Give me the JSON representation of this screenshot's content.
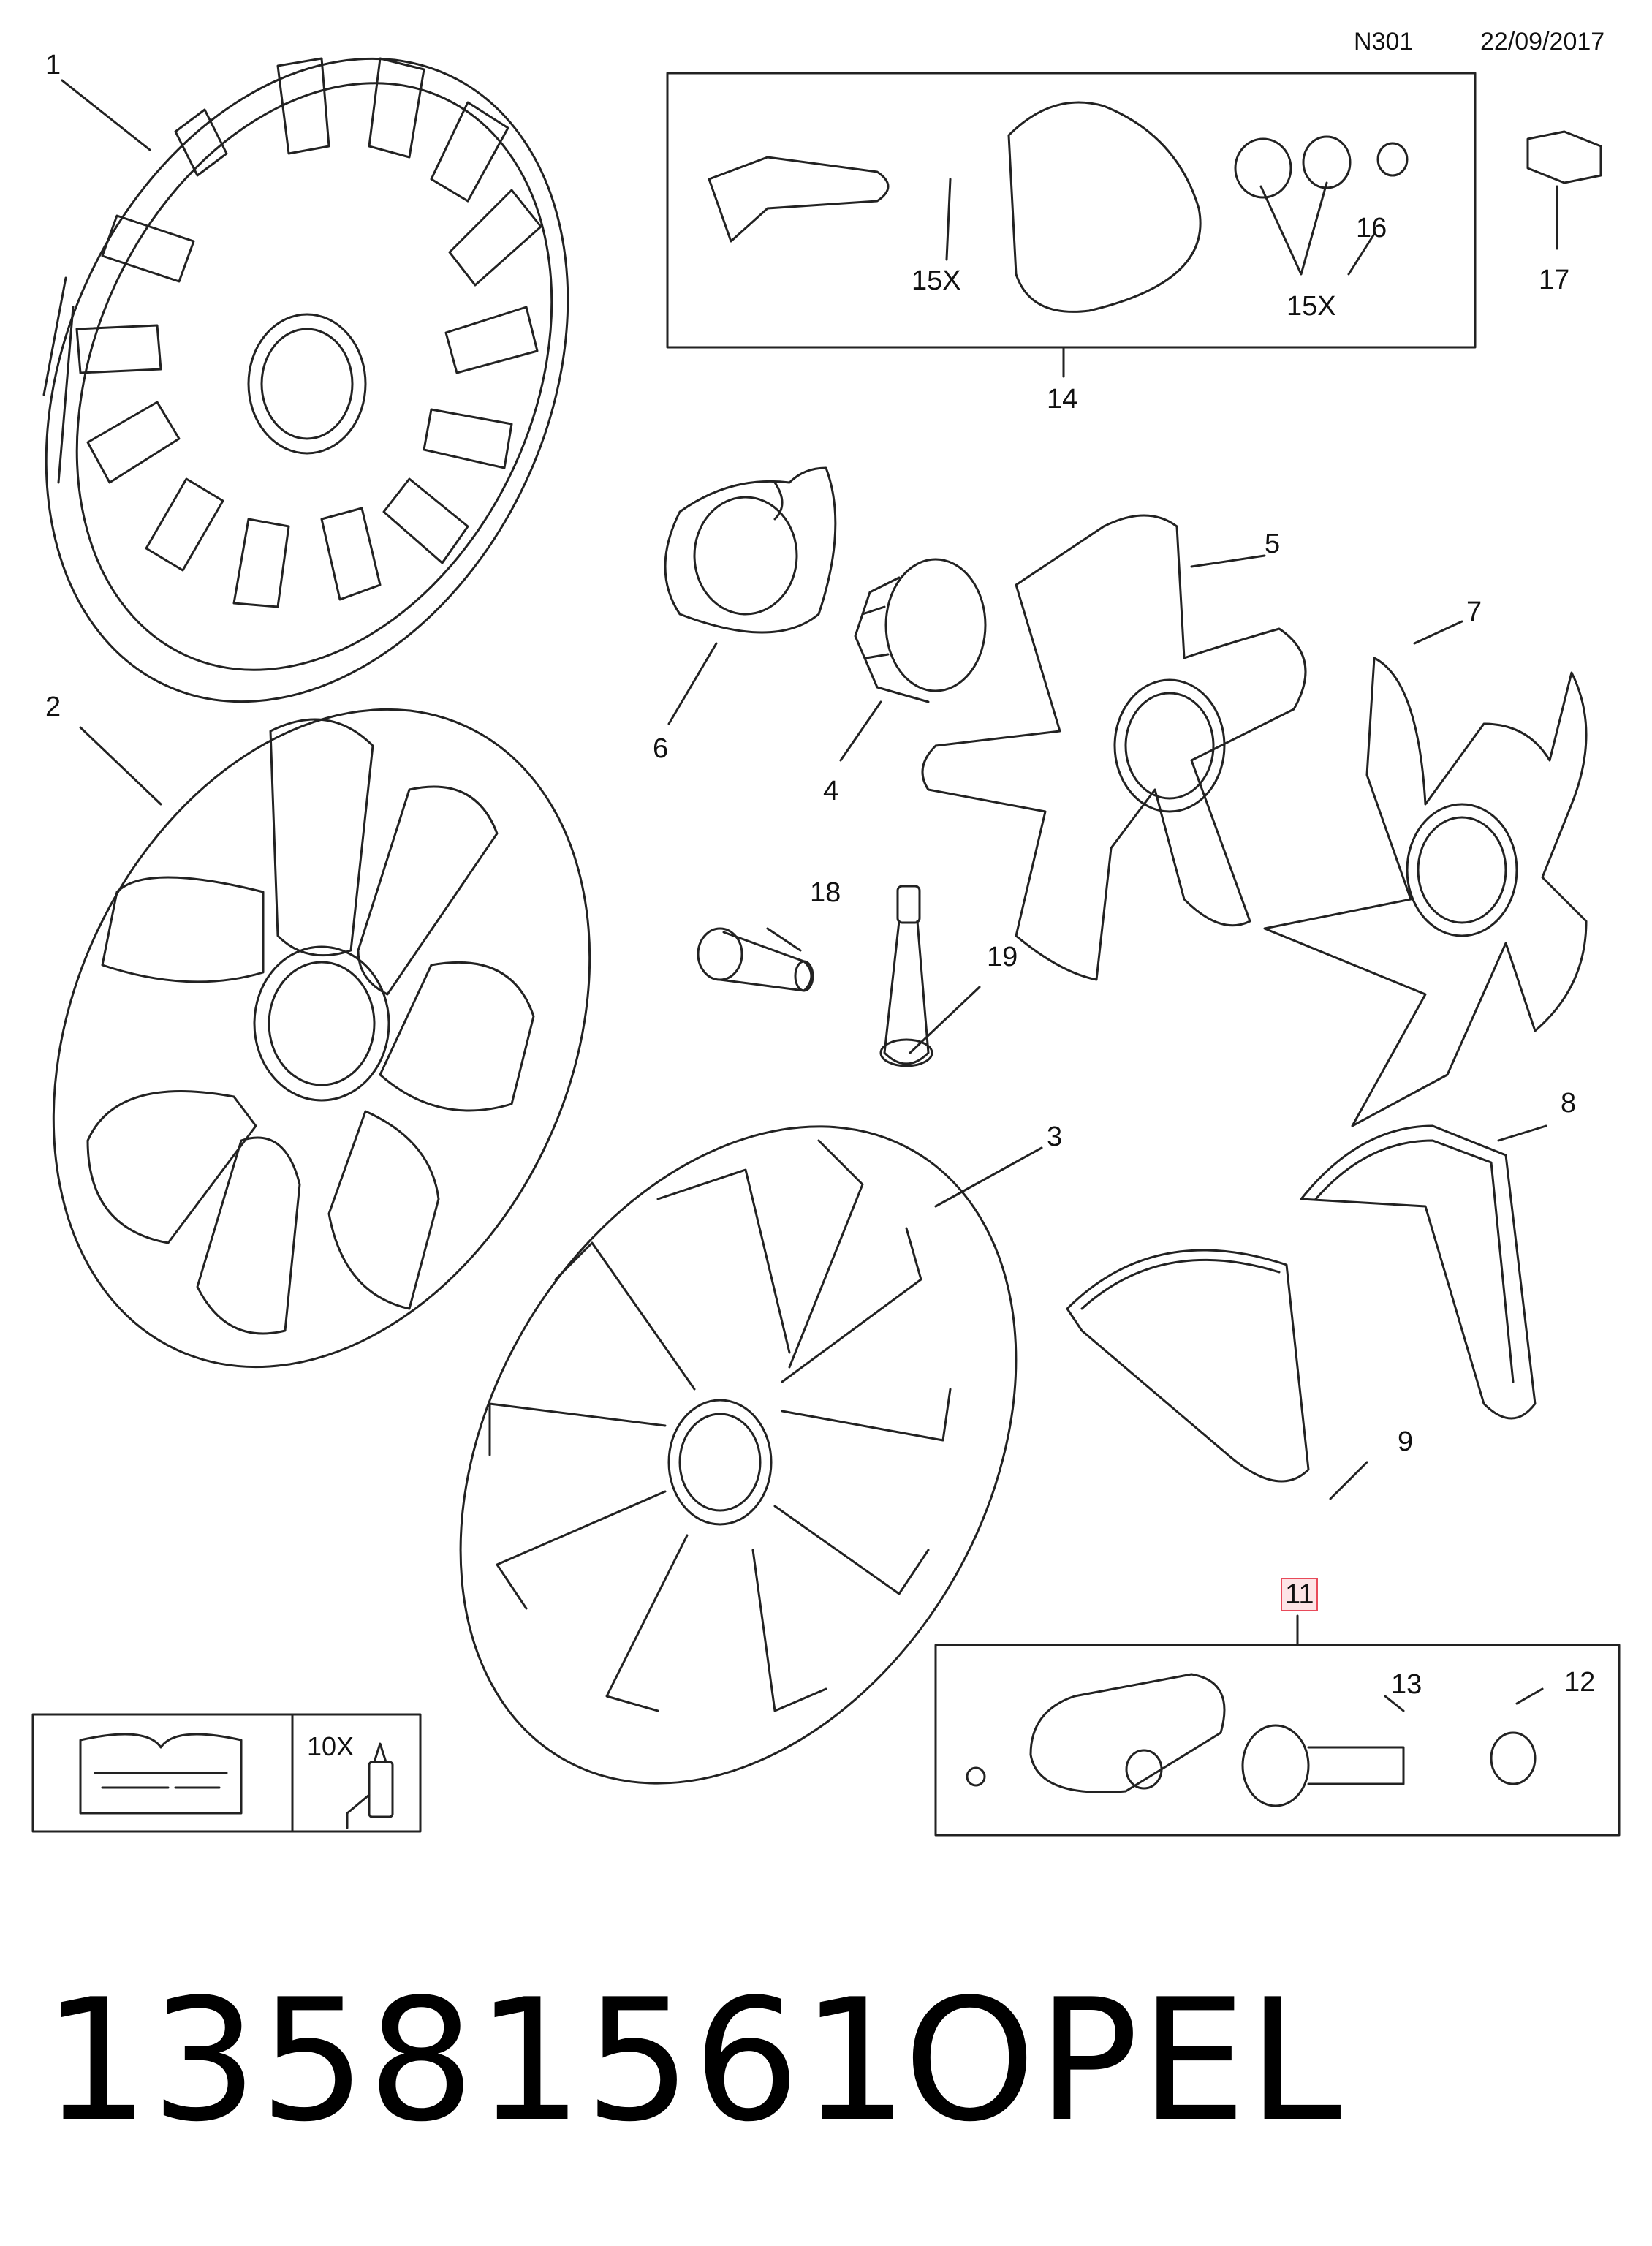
{
  "header": {
    "code": "N301",
    "date": "22/09/2017"
  },
  "callouts": {
    "c1": "1",
    "c2": "2",
    "c3": "3",
    "c4": "4",
    "c5": "5",
    "c6": "6",
    "c7": "7",
    "c8": "8",
    "c9": "9",
    "c11": "11",
    "c12": "12",
    "c13": "13",
    "c14": "14",
    "c15a": "15X",
    "c15b": "15X",
    "c16": "16",
    "c17": "17",
    "c18": "18",
    "c19": "19"
  },
  "reference_box": {
    "qty_label": "10X",
    "icon": "repair-manual-icon"
  },
  "footer": {
    "part_number": "13581561",
    "brand": "OPEL"
  },
  "colors": {
    "line": "#222222",
    "highlight_border": "#e84a5a",
    "highlight_fill": "#fde4e6"
  }
}
